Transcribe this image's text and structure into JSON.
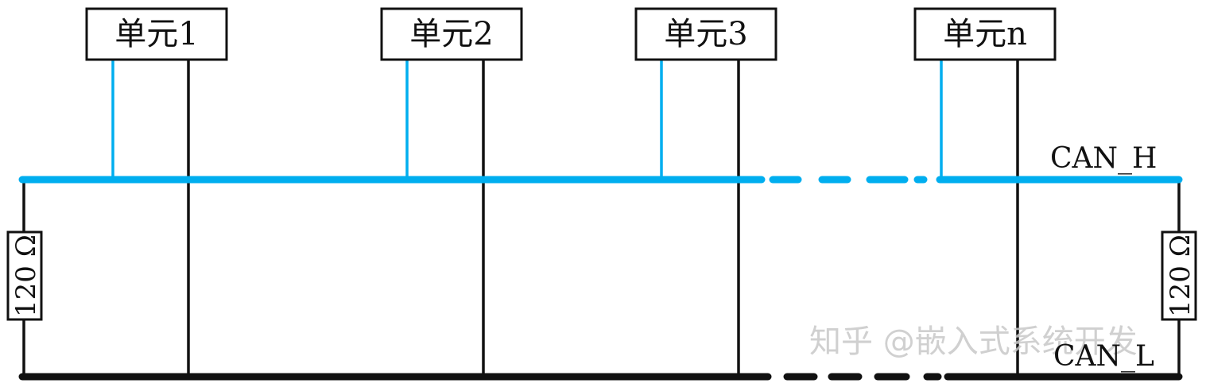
{
  "diagram": {
    "units": [
      {
        "label": "单元1"
      },
      {
        "label": "单元2"
      },
      {
        "label": "单元3"
      },
      {
        "label": "单元n"
      }
    ],
    "bus_high_label": "CAN_H",
    "bus_low_label": "CAN_L",
    "resistor_left_label": "120 Ω",
    "resistor_right_label": "120 Ω",
    "watermark": "知乎 @嵌入式系统开发",
    "colors": {
      "can_high": "#00AEEF",
      "can_low": "#111111",
      "outline": "#111111"
    }
  }
}
